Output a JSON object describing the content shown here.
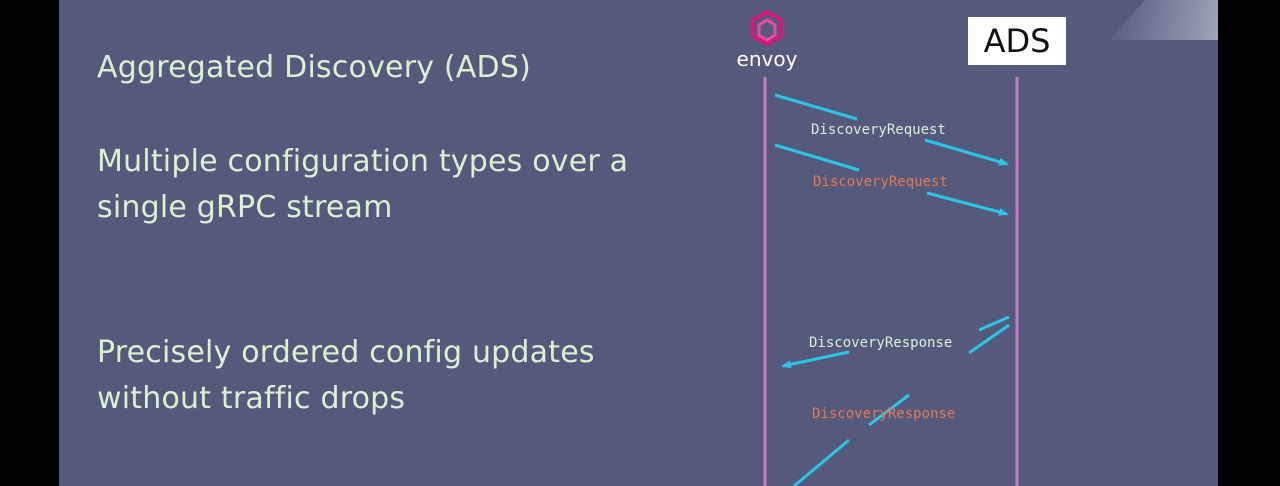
{
  "slide": {
    "title": "Aggregated Discovery (ADS)",
    "point1_lines": [
      "Multiple configuration types over a",
      "single gRPC stream"
    ],
    "point2_lines": [
      "Precisely ordered config updates",
      "without traffic drops"
    ]
  },
  "diagram": {
    "client_label": "envoy",
    "server_label": "ADS",
    "messages": [
      {
        "label": "DiscoveryRequest",
        "direction": "envoy-to-ADS",
        "color": "#d8f0d6"
      },
      {
        "label": "DiscoveryRequest",
        "direction": "envoy-to-ADS",
        "color": "#e07a52"
      },
      {
        "label": "DiscoveryResponse",
        "direction": "ADS-to-envoy",
        "color": "#d8f0d6"
      },
      {
        "label": "DiscoveryResponse",
        "direction": "ADS-to-envoy",
        "color": "#e07a52"
      }
    ]
  },
  "colors": {
    "slide_background": "#55597c",
    "text": "#dcf0d0",
    "lifeline": "#c77bc2",
    "arrow": "#29c6ea",
    "envoy_logo": "#d3197e"
  }
}
